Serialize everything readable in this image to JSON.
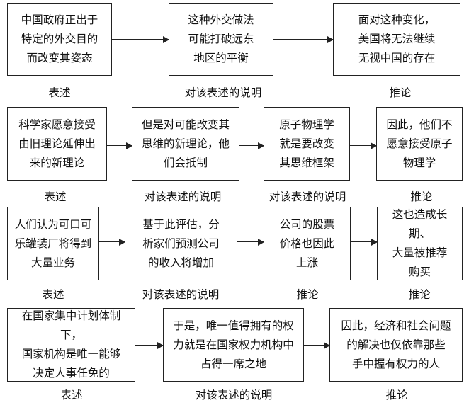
{
  "rows": [
    {
      "boxes": [
        {
          "text": "中国政府正出于\n特定的外交目的\n而改变其姿态",
          "label": "表述"
        },
        {
          "text": "这种外交做法\n可能打破远东\n地区的平衡",
          "label": "对该表述的说明"
        },
        {
          "text": "面对这种变化，\n美国将无法继续\n无视中国的存在",
          "label": "推论"
        }
      ]
    },
    {
      "boxes": [
        {
          "text": "科学家愿意接受\n由旧理论延伸出\n来的新理论",
          "label": "表述"
        },
        {
          "text": "但是对可能改变其\n思维的新理论，他\n们会抵制",
          "label": "对该表述的说明"
        },
        {
          "text": "原子物理学\n就是要改变\n其思维框架",
          "label": "对该表述的说明"
        },
        {
          "text": "因此，他们不\n愿意接受原子\n物理学",
          "label": "推论"
        }
      ]
    },
    {
      "boxes": [
        {
          "text": "人们认为可口可\n乐罐装厂将得到\n大量业务",
          "label": "表述"
        },
        {
          "text": "基于此评估，分\n析家们预测公司\n的收入将增加",
          "label": "对该表述的说明"
        },
        {
          "text": "公司的股票\n价格也因此\n上涨",
          "label": "推论"
        },
        {
          "text": "这也造成长期、\n大量被推荐\n购买",
          "label": "推论"
        }
      ]
    },
    {
      "boxes": [
        {
          "text": "在国家集中计划体制下，\n国家机构是唯一能够\n决定人事任免的",
          "label": "表述"
        },
        {
          "text": "于是，唯一值得拥有的权\n力就是在国家权力机构中\n占得一席之地",
          "label": "对该表述的说明"
        },
        {
          "text": "因此，经济和社会问题\n的解决也仅依靠那些\n手中握有权力的人",
          "label": "推论"
        }
      ]
    }
  ]
}
